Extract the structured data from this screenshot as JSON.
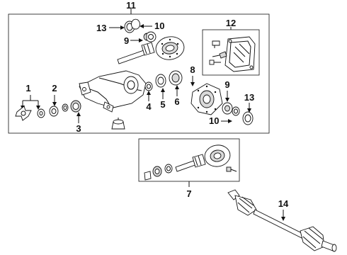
{
  "callouts": {
    "c1": "1",
    "c2": "2",
    "c3": "3",
    "c4": "4",
    "c5": "5",
    "c6": "6",
    "c7": "7",
    "c8": "8",
    "c9a": "9",
    "c9b": "9",
    "c10a": "10",
    "c10b": "10",
    "c11": "11",
    "c12": "12",
    "c13a": "13",
    "c13b": "13",
    "c14": "14"
  },
  "colors": {
    "line": "#111111",
    "part_fill": "#ffffff",
    "shade": "#d9d9d9"
  }
}
